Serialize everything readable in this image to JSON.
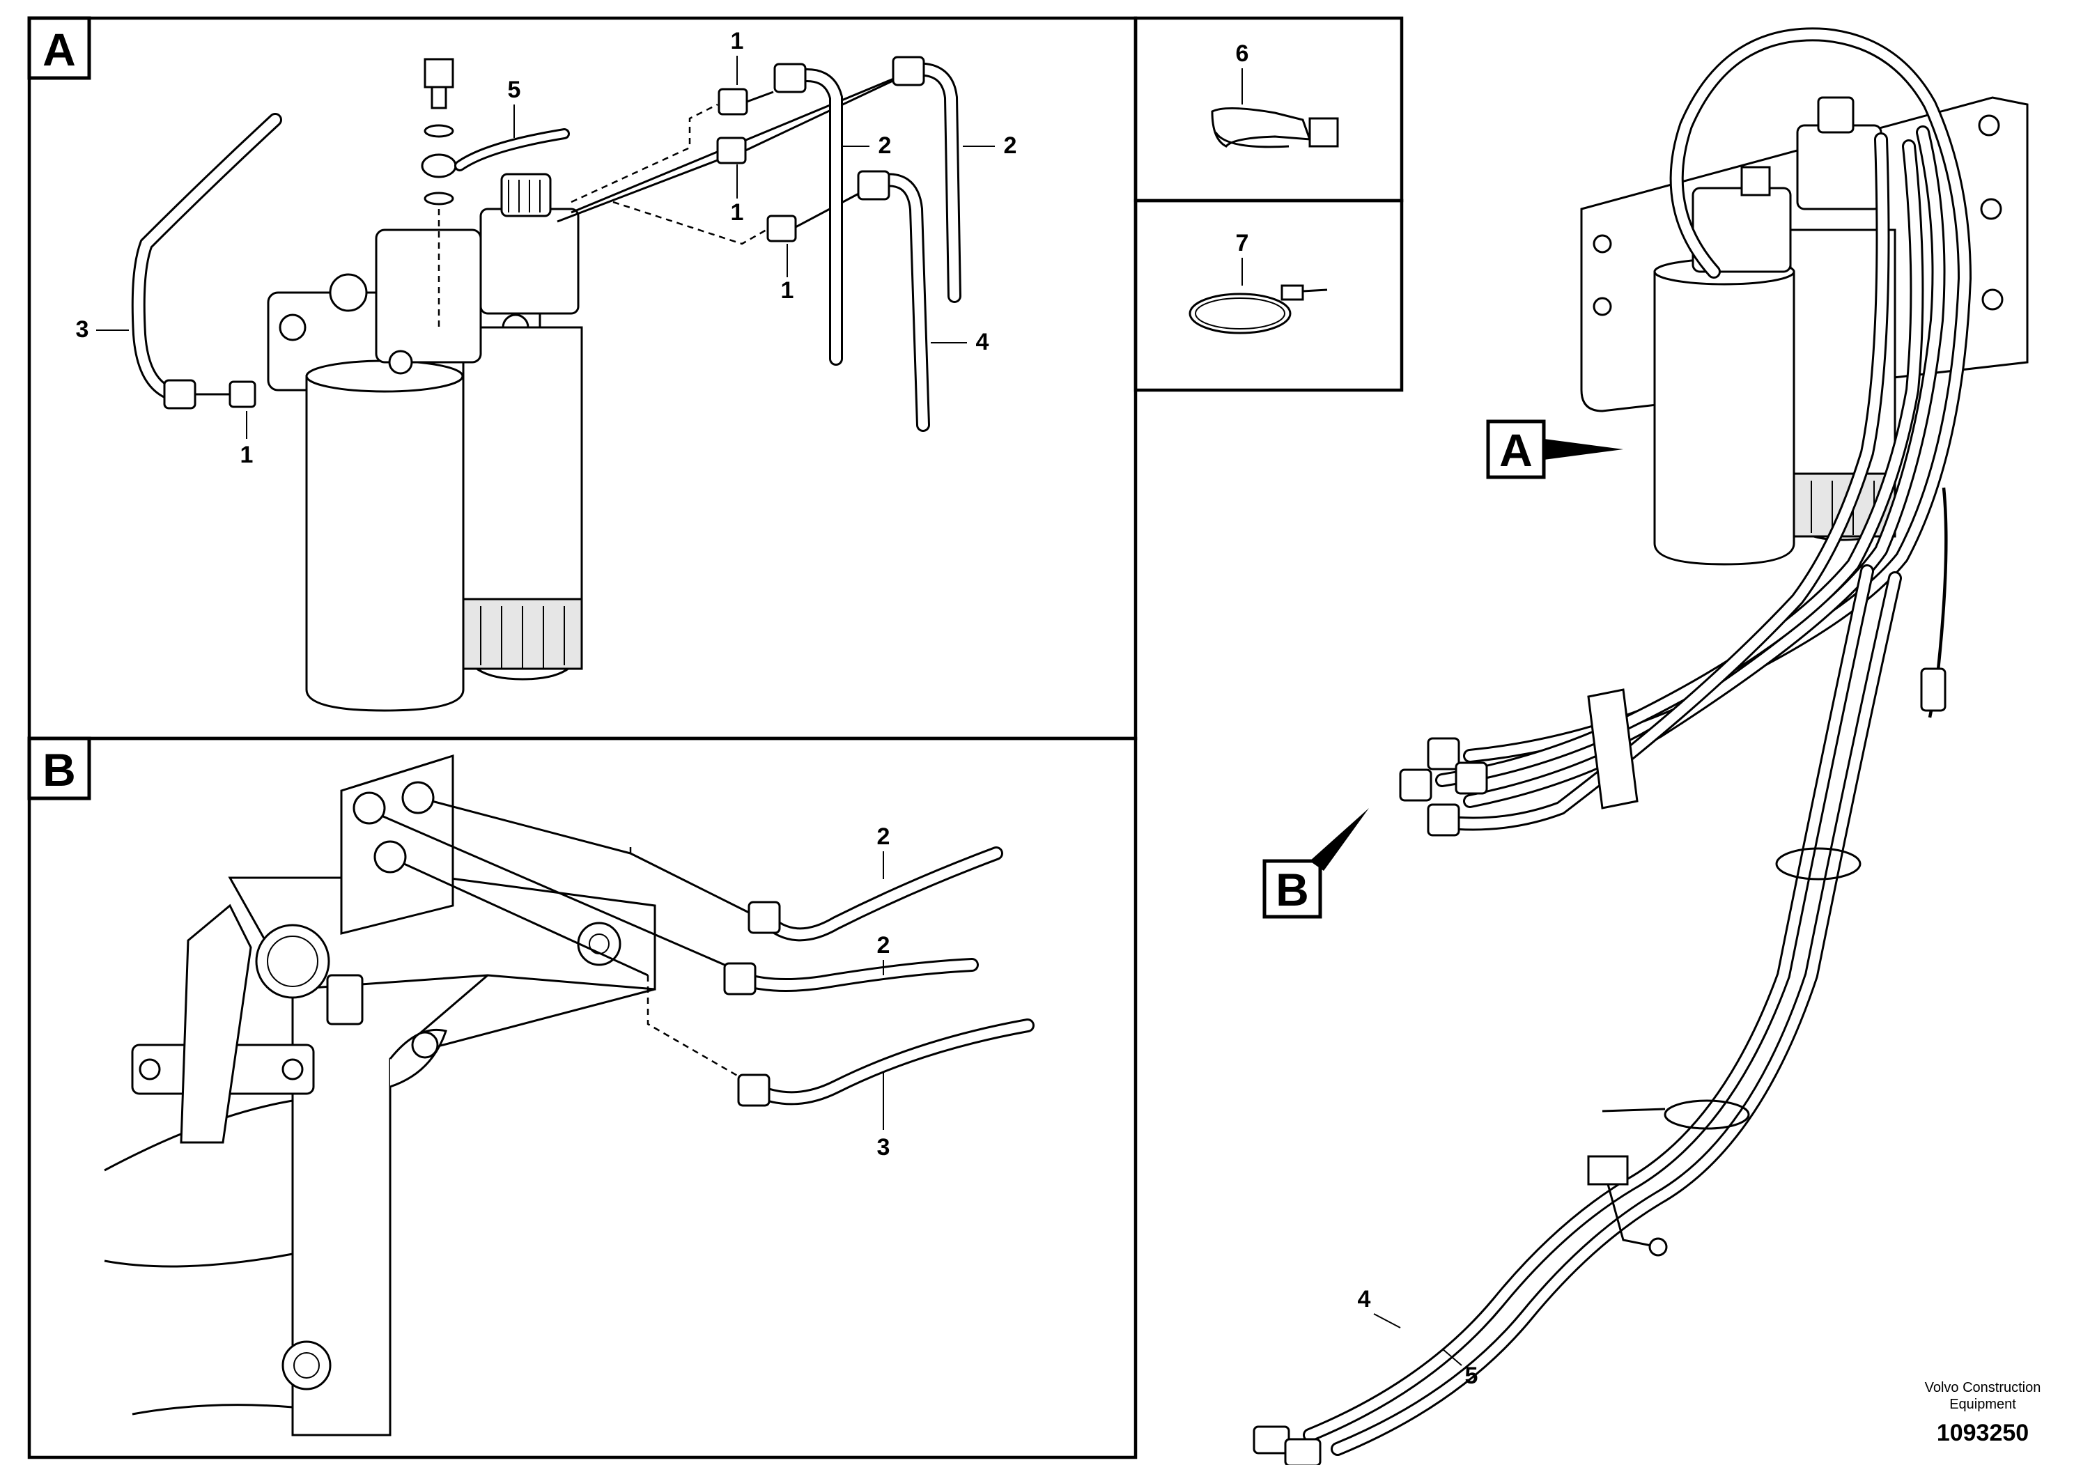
{
  "panels": {
    "a": {
      "label": "A"
    },
    "b": {
      "label": "B"
    },
    "c6": {
      "label": "6"
    },
    "c7": {
      "label": "7"
    }
  },
  "overview": {
    "pointer_a": "A",
    "pointer_b": "B"
  },
  "callouts": {
    "a_1_top": "1",
    "a_1_mid": "1",
    "a_1_right": "1",
    "a_1_left": "1",
    "a_2_left": "2",
    "a_2_right": "2",
    "a_3": "3",
    "a_4": "4",
    "a_5": "5",
    "b_2_top": "2",
    "b_2_mid": "2",
    "b_3": "3",
    "main_4": "4",
    "main_5": "5"
  },
  "footer": {
    "company_line1": "Volvo Construction",
    "company_line2": "Equipment",
    "figure_number": "1093250"
  }
}
